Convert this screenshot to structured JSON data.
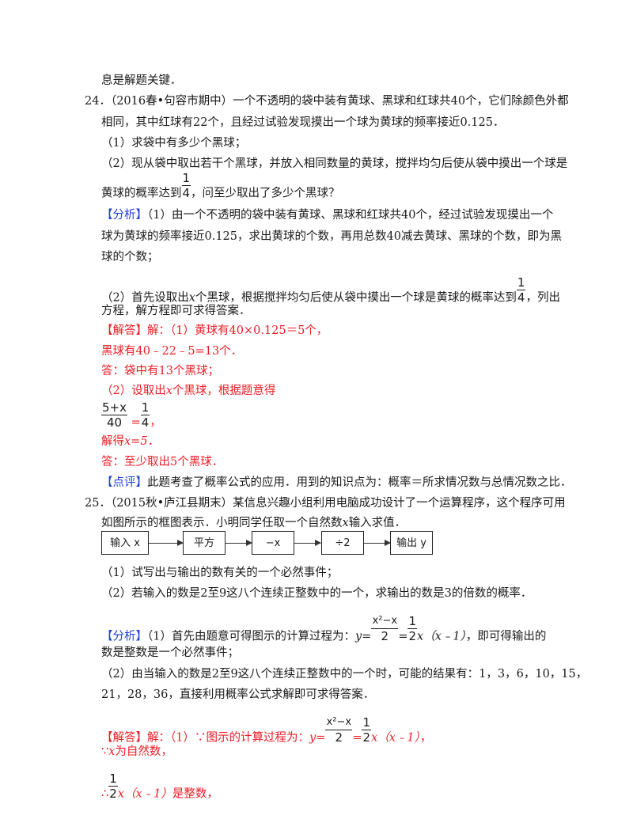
{
  "q23_tail": "息是解题关键．",
  "q24": {
    "number": "24．",
    "source": "（2016春•句容市期中）",
    "stem_line1": "一个不透明的袋中装有黄球、黑球和红球共40个，它们除颜色外都",
    "stem_line2": "相同，其中红球有22个，且经过试验发现摸出一个球为黄球的频率接近0.125．",
    "part1": "（1）求袋中有多少个黑球；",
    "part2_line1": "（2）现从袋中取出若干个黑球，并放入相同数量的黄球，搅拌均匀后使从袋中摸出一个球是",
    "part2_line2_pre": "黄球的概率达到",
    "part2_frac": {
      "num": "1",
      "den": "4"
    },
    "part2_line2_post": "，问至少取出了多少个黑球？",
    "analysis_label": "【分析】",
    "analysis_1_line1": "（1）由一个不透明的袋中装有黄球、黑球和红球共40个，经过试验发现摸出一个",
    "analysis_1_line2": "球为黄球的频率接近0.125，求出黄球的个数，再用总数40减去黄球、黑球的个数，即为黑",
    "analysis_1_line3": "球的个数；",
    "analysis_2_line1_pre": "（2）首先设取出",
    "analysis_2_var": "x",
    "analysis_2_line1_mid": "个黑球，根据搅拌均匀后使从袋中摸出一个球是黄球的概率达到",
    "analysis_2_frac": {
      "num": "1",
      "den": "4"
    },
    "analysis_2_line1_post": "，列出",
    "analysis_2_line2": "方程，解方程即可求得答案．",
    "answer_label": "【解答】",
    "answer_line1": "解：（1）黄球有40×0.125＝5个，",
    "answer_line2": "黑球有40﹣22﹣5=13个．",
    "answer_line3": "答：袋中有13个黑球；",
    "answer_line4_pre": "（2）设取出",
    "answer_line4_var": "x",
    "answer_line4_post": "个黑球，根据题意得",
    "equation": {
      "lhs_num": "5+x",
      "lhs_den": "40",
      "eq": "=",
      "rhs_num": "1",
      "rhs_den": "4",
      "tail": "，"
    },
    "answer_line6_pre": "解得",
    "answer_line6_expr": "x=5．",
    "answer_line7": "答：至少取出5个黑球．",
    "comment_label": "【点评】",
    "comment_text": "此题考查了概率公式的应用．用到的知识点为：概率＝所求情况数与总情况数之比．"
  },
  "q25": {
    "number": "25．",
    "source": "（2015秋•庐江县期末）",
    "stem_line1": "某信息兴趣小组利用电脑成功设计了一个运算程序，这个程序可用",
    "stem_line2_pre": "如图所示的框图表示．小明同学任取一个自然数",
    "stem_var": "x",
    "stem_line2_post": "输入求值．",
    "flowchart": [
      "输入 x",
      "平方",
      "−x",
      "÷2",
      "输出 y"
    ],
    "part1": "（1）试写出与输出的数有关的一个必然事件；",
    "part2": "（2）若输入的数是2至9这八个连续正整数中的一个，求输出的数是3的倍数的概率．",
    "analysis_label": "【分析】",
    "analysis_1_pre": "（1）首先由题意可得图示的计算过程为：",
    "y_eq": "y=",
    "frac_a": {
      "num": "x²−x",
      "den": "2"
    },
    "eq": "=",
    "frac_b": {
      "num": "1",
      "den": "2"
    },
    "x_expr": "x（x﹣1）",
    "analysis_1_post": "，即可得输出的",
    "analysis_1_line2": "数是整数是一个必然事件；",
    "analysis_2_line1": "（2）由当输入的数是2至9这八个连续正整数中的一个时，可能的结果有：1，3，6，10，15，",
    "analysis_2_line2": "21，28，36，直接利用概率公式求解即可求得答案．",
    "answer_label": "【解答】",
    "answer_1_pre": "解：（1）∵图示的计算过程为：",
    "answer_1_post": "，",
    "answer_line2_pre": "∵",
    "answer_line2_var": "x",
    "answer_line2_post": "为自然数，",
    "answer_line3_pre": "∴",
    "answer_line3_post": "是整数，"
  }
}
